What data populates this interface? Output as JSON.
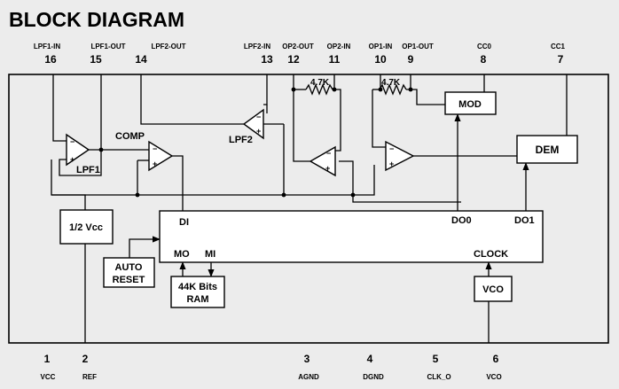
{
  "title": "BLOCK DIAGRAM",
  "top_pins": [
    {
      "label": "LPF1-IN",
      "number": "16"
    },
    {
      "label": "LPF1-OUT",
      "number": "15"
    },
    {
      "label": "LPF2-OUT",
      "number": "14"
    },
    {
      "label": "LPF2-IN",
      "number": "13"
    },
    {
      "label": "OP2-OUT",
      "number": "12"
    },
    {
      "label": "OP2-IN",
      "number": "11"
    },
    {
      "label": "OP1-IN",
      "number": "10"
    },
    {
      "label": "OP1-OUT",
      "number": "9"
    },
    {
      "label": "CC0",
      "number": "8"
    },
    {
      "label": "CC1",
      "number": "7"
    }
  ],
  "bottom_pins": [
    {
      "label": "VCC",
      "number": "1"
    },
    {
      "label": "REF",
      "number": "2"
    },
    {
      "label": "AGND",
      "number": "3"
    },
    {
      "label": "DGND",
      "number": "4"
    },
    {
      "label": "CLK_O",
      "number": "5"
    },
    {
      "label": "VCO",
      "number": "6"
    }
  ],
  "blocks": {
    "lpf1": "LPF1",
    "comp": "COMP",
    "lpf2": "LPF2",
    "resistor1": "4.7K",
    "resistor2": "4.7K",
    "mod": "MOD",
    "dem": "DEM",
    "half_vcc": "1/2 Vcc",
    "auto_reset_1": "AUTO",
    "auto_reset_2": "RESET",
    "ram_1": "44K Bits",
    "ram_2": "RAM",
    "vco": "VCO"
  },
  "core_ports": {
    "di": "DI",
    "mo": "MO",
    "mi": "MI",
    "do0": "DO0",
    "do1": "DO1",
    "clock": "CLOCK"
  },
  "opamp_signs": {
    "minus": "−",
    "plus": "+"
  }
}
